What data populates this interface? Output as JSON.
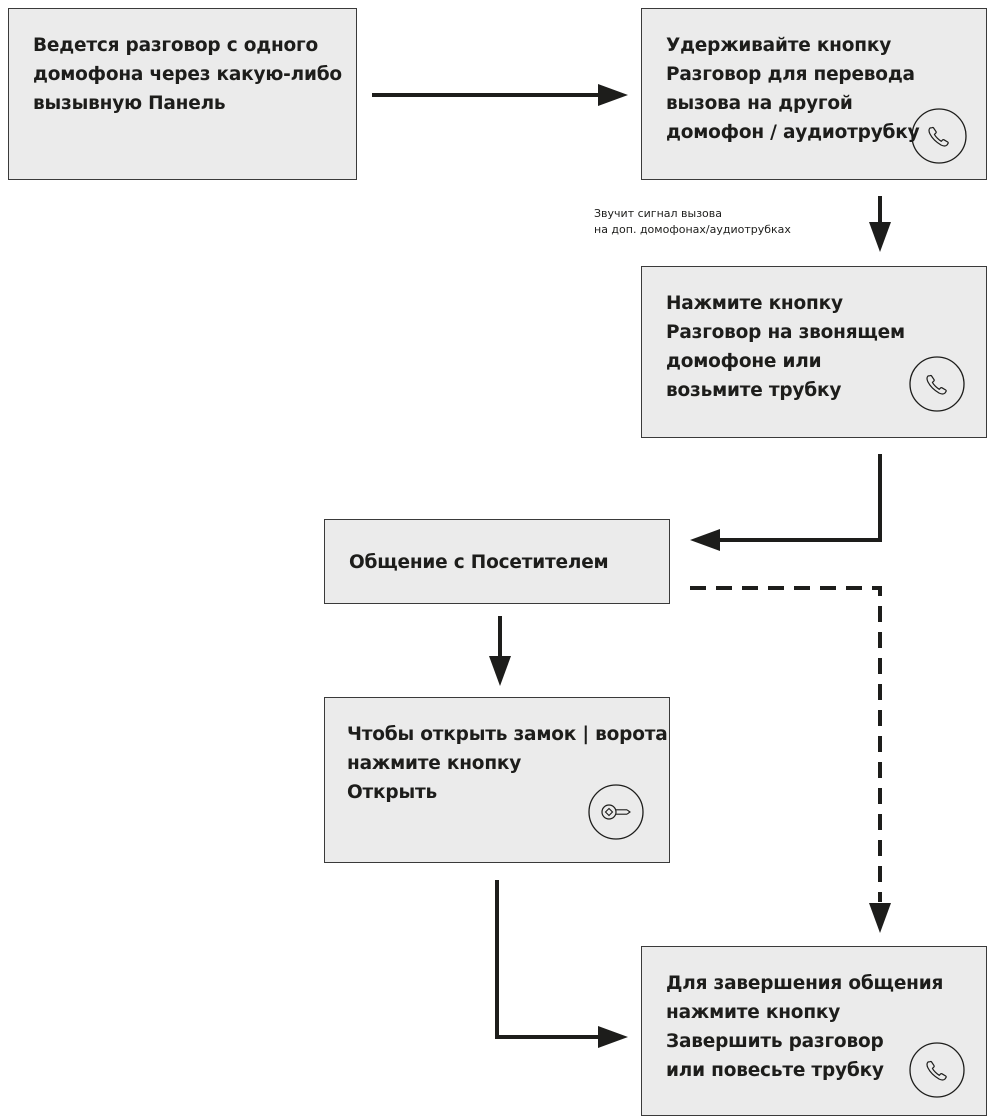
{
  "boxes": {
    "start": {
      "lines": [
        "Ведется разговор с одного",
        "домофона через какую-либо",
        "вызывную Панель"
      ]
    },
    "hold": {
      "line1": "Удерживайте кнопку",
      "line2_bold": "Разговор",
      "line2_rest": " для перевода",
      "line3": "вызова на другой",
      "line4": "домофон / аудиотрубку"
    },
    "press": {
      "line1": "Нажмите кнопку",
      "line2_bold": "Разговор",
      "line2_rest": " на звонящем",
      "line3": "домофоне или",
      "line4": "возьмите трубку"
    },
    "talk": {
      "line1": "Общение с Посетителем"
    },
    "open": {
      "line1": "Чтобы открыть замок | ворота",
      "line2": "нажмите кнопку",
      "line3_bold": "Открыть"
    },
    "end": {
      "line1": "Для завершения общения",
      "line2": "нажмите кнопку",
      "line3_bold": "Завершить разговор",
      "line4": "или повесьте трубку"
    }
  },
  "caption": {
    "line1": "Звучит сигнал вызова",
    "line2": "на доп. домофонах/аудиотрубках"
  },
  "icons": {
    "hold": "phone-icon",
    "press": "phone-icon",
    "open": "key-icon",
    "end": "phone-icon"
  },
  "colors": {
    "box_fill": "#ebebeb",
    "border": "#3a3a3a",
    "arrow": "#1d1d1b"
  }
}
